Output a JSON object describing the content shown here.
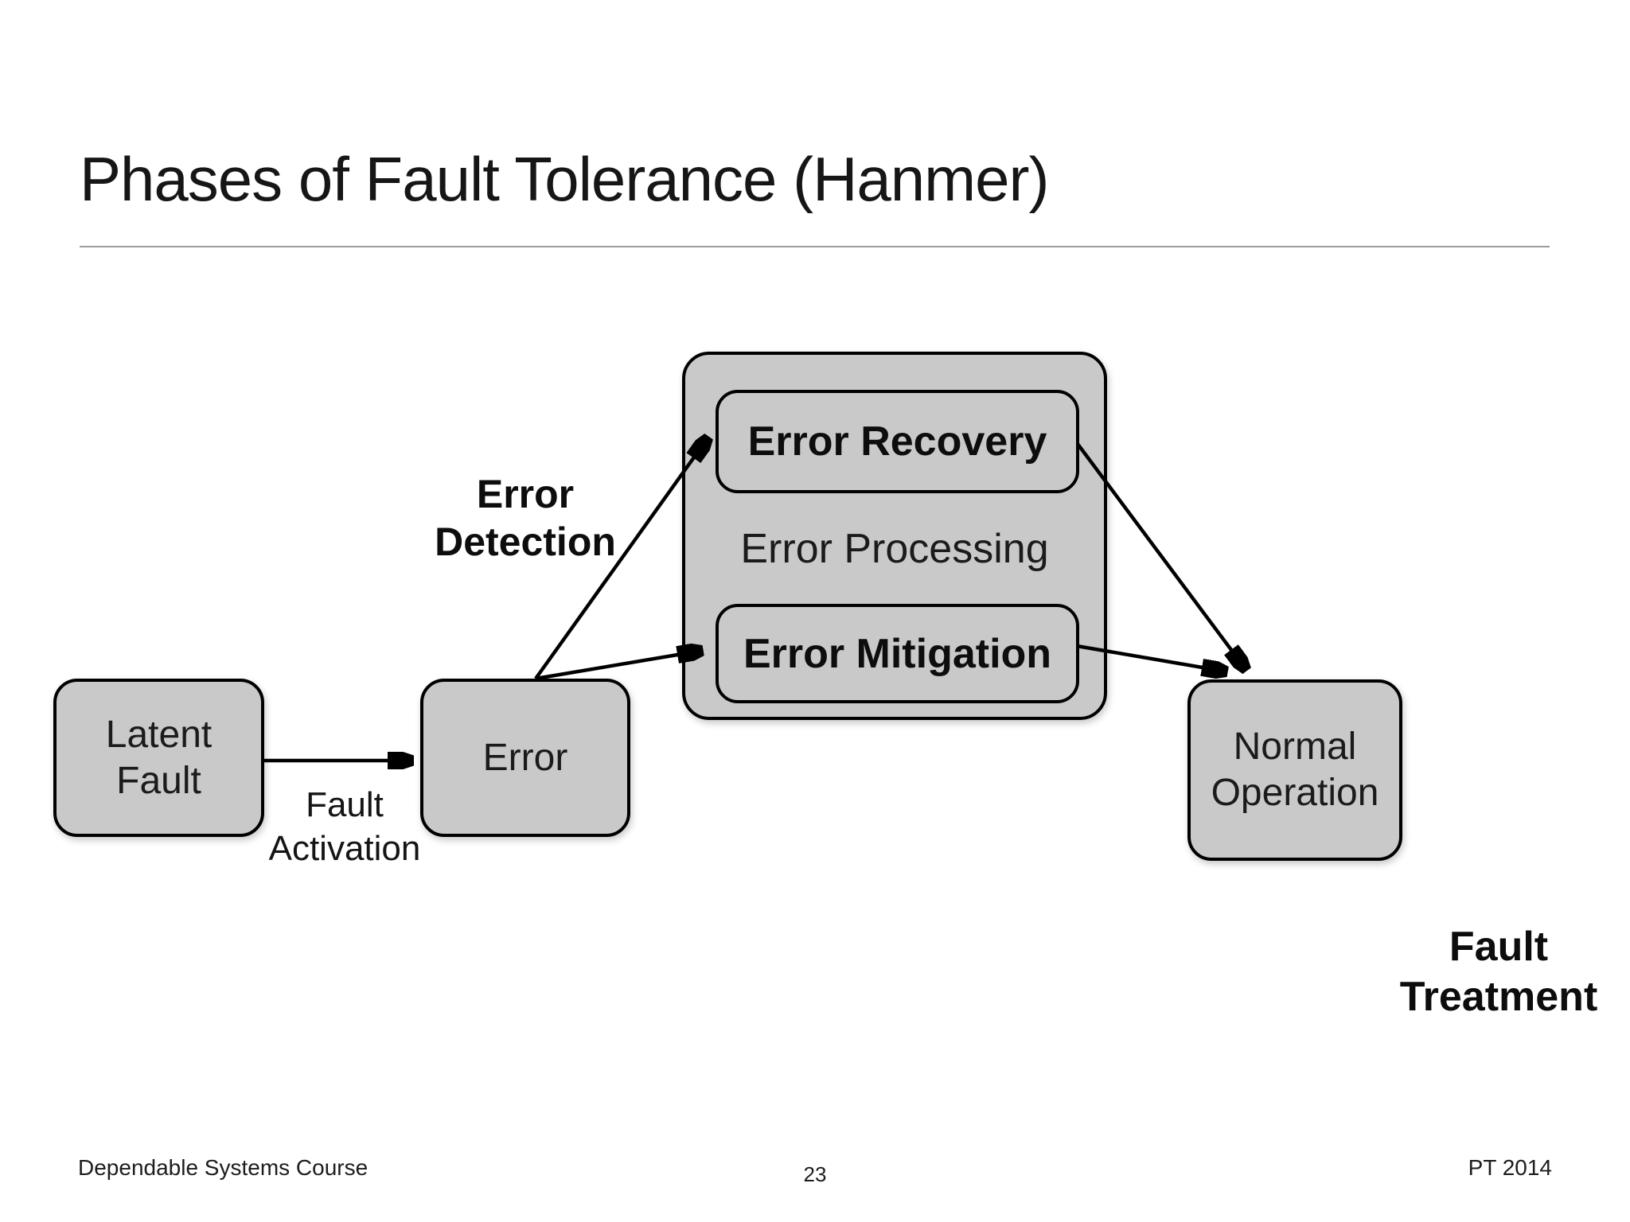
{
  "slide": {
    "title": "Phases of Fault Tolerance (Hanmer)",
    "footer": {
      "course": "Dependable Systems Course",
      "page": "23",
      "credit": "PT 2014"
    }
  },
  "diagram": {
    "nodes": {
      "latent_fault": {
        "label": "Latent\nFault"
      },
      "error": {
        "label": "Error"
      },
      "error_processing": {
        "label": "Error Processing"
      },
      "error_recovery": {
        "label": "Error Recovery"
      },
      "error_mitigation": {
        "label": "Error Mitigation"
      },
      "normal_operation": {
        "label": "Normal\nOperation"
      }
    },
    "edge_labels": {
      "fault_activation": "Fault\nActivation",
      "error_detection": "Error\nDetection",
      "fault_treatment": "Fault\nTreatment"
    },
    "edges": [
      {
        "from": "latent_fault",
        "to": "error",
        "label": "Fault Activation"
      },
      {
        "from": "error",
        "to": "error_recovery",
        "label": "Error Detection"
      },
      {
        "from": "error",
        "to": "error_mitigation",
        "label": "Error Detection"
      },
      {
        "from": "error_recovery",
        "to": "normal_operation",
        "label": ""
      },
      {
        "from": "error_mitigation",
        "to": "normal_operation",
        "label": ""
      }
    ],
    "colors": {
      "node_fill": "#c9c9c9",
      "node_border": "#000000",
      "text": "#111111",
      "divider": "#9b9b9b",
      "background": "#ffffff"
    }
  }
}
